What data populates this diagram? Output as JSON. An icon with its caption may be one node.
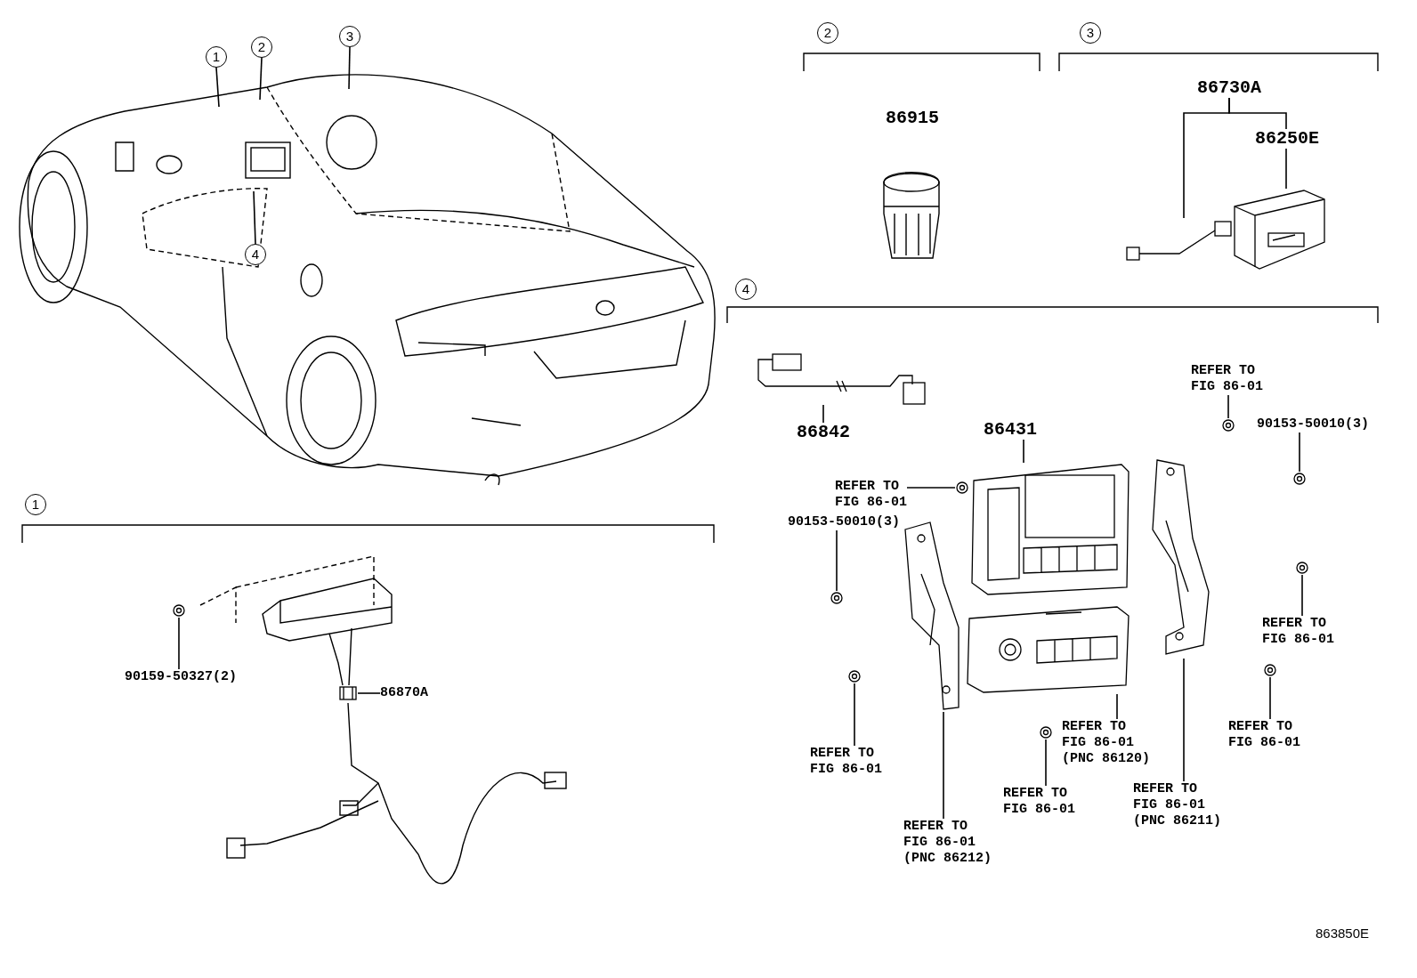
{
  "diagram": {
    "nodes": [
      {
        "text": [
          "1"
        ]
      },
      {
        "text": [
          "2"
        ]
      },
      {
        "text": [
          "3"
        ]
      },
      {
        "text": [
          "4"
        ]
      },
      {
        "text": [
          "86730A"
        ]
      },
      {
        "text": [
          "86250E"
        ]
      },
      {
        "text": [],
        "shape": "picture"
      },
      {
        "text": [],
        "shape": "picture"
      },
      {
        "text": [
          "86842"
        ]
      },
      {
        "text": [],
        "shape": "picture"
      },
      {
        "text": [
          "86431"
        ]
      },
      {
        "text": [],
        "shape": "picture"
      },
      {
        "text": [],
        "shape": "picture"
      },
      {
        "text": [],
        "shape": "picture"
      },
      {
        "text": [],
        "shape": "picture"
      },
      {
        "text": [
          "REFER TO FIG 86-01"
        ]
      },
      {
        "text": [],
        "shape": "picture"
      },
      {
        "text": [
          "90153-50010(3)"
        ]
      },
      {
        "text": [],
        "shape": "picture"
      },
      {
        "text": [
          "REFER TO FIG 86-01"
        ]
      },
      {
        "text": [],
        "shape": "picture"
      },
      {
        "text": [
          "90153-50010(3)"
        ]
      },
      {
        "text": [],
        "shape": "picture"
      },
      {
        "text": [
          "REFER TO FIG 86-01"
        ]
      },
      {
        "text": [],
        "shape": "picture"
      },
      {
        "text": [
          "REFER TO FIG 86-01 (PNC 86120)"
        ]
      },
      {
        "text": [
          "REFER TO FIG 86-01"
        ]
      },
      {
        "text": [],
        "shape": "picture"
      },
      {
        "text": [
          "REFER TO FIG 86-01"
        ]
      },
      {
        "text": [],
        "shape": "picture"
      },
      {
        "text": [
          "REFER TO FIG 86-01"
        ]
      },
      {
        "text": [],
        "shape": "picture"
      },
      {
        "text": [
          "REFER TO FIG 86-01 (PNC 86211)"
        ]
      },
      {
        "text": [
          "REFER TO FIG 86-01 (PNC 86212)"
        ]
      },
      {
        "text": [
          "90159-50327(2)"
        ]
      },
      {
        "text": [],
        "shape": "picture"
      },
      {
        "text": [
          "86870A"
        ]
      },
      {
        "text": [],
        "shape": "picture"
      },
      {
        "text": [
          "2"
        ]
      },
      {
        "text": [
          "3"
        ]
      },
      {
        "text": [
          "4"
        ]
      },
      {
        "text": [
          "1"
        ]
      }
    ],
    "edges": [
      {
        "from": 0,
        "to": null,
        "arrow": "none"
      },
      {
        "from": 1,
        "to": null,
        "arrow": "none"
      },
      {
        "from": 2,
        "to": null,
        "arrow": "none"
      },
      {
        "from": 3,
        "to": null,
        "arrow": "none"
      },
      {
        "from": 4,
        "to": 6,
        "arrow": "none"
      },
      {
        "from": 4,
        "to": 5,
        "arrow": "none"
      },
      {
        "from": 5,
        "to": 7,
        "arrow": "none"
      },
      {
        "from": 8,
        "to": 9,
        "arrow": "none"
      },
      {
        "from": 10,
        "to": 11,
        "arrow": "none"
      },
      {
        "from": 15,
        "to": 16,
        "arrow": "none"
      },
      {
        "from": 17,
        "to": 18,
        "arrow": "none"
      },
      {
        "from": 19,
        "to": 20,
        "arrow": "none"
      },
      {
        "from": 21,
        "to": 22,
        "arrow": "none"
      },
      {
        "from": 23,
        "to": 24,
        "arrow": "none"
      },
      {
        "from": 25,
        "to": 12,
        "arrow": "none"
      },
      {
        "from": 26,
        "to": 27,
        "arrow": "none"
      },
      {
        "from": 28,
        "to": 29,
        "arrow": "none"
      },
      {
        "from": 30,
        "to": 31,
        "arrow": "none"
      },
      {
        "from": 32,
        "to": 14,
        "arrow": "none"
      },
      {
        "from": 33,
        "to": 13,
        "arrow": "none"
      },
      {
        "from": 34,
        "to": 35,
        "arrow": "none"
      },
      {
        "from": 36,
        "to": 37,
        "arrow": "none"
      }
    ],
    "labels": [
      "86915",
      "863850E"
    ]
  }
}
